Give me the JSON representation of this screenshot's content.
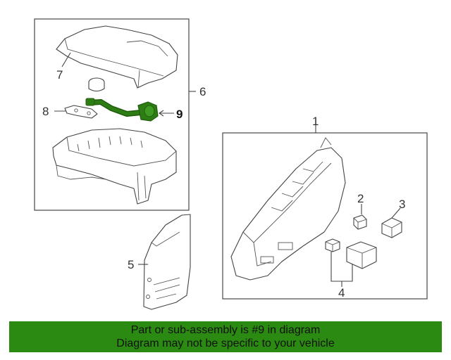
{
  "diagram": {
    "callouts": {
      "c1": "1",
      "c2": "2",
      "c3": "3",
      "c4": "4",
      "c5": "5",
      "c6": "6",
      "c7": "7",
      "c8": "8",
      "c9": "9"
    },
    "highlighted_part": "9",
    "highlight_color": "#2e7d14"
  },
  "banner": {
    "line1": "Part or sub-assembly is #9 in diagram",
    "line2": "Diagram may not be specific to your vehicle",
    "background": "#2b8a12"
  }
}
